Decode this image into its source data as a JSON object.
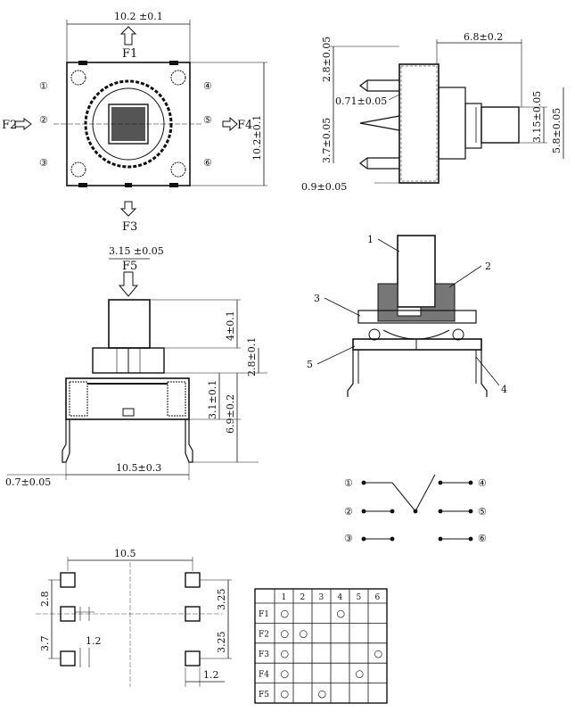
{
  "top_view": {
    "dim_top": "10.2 ±0.1",
    "dim_right": "10.2±0.1",
    "force_labels": [
      "F1",
      "F2",
      "F3",
      "F4"
    ],
    "pin_numbers_left": [
      "①",
      "②",
      "③"
    ],
    "pin_numbers_right": [
      "④",
      "⑤",
      "⑥"
    ]
  },
  "side_view": {
    "dim_width": "6.8±0.2",
    "dim_upper": "2.8±0.05",
    "dim_pin": "0.71±0.05",
    "dim_lower": "3.7±0.05",
    "dim_bottom": "0.9±0.05",
    "dim_stem": "3.15±0.05",
    "dim_total": "5.8±0.05"
  },
  "front_view": {
    "dim_stem": "3.15 ±0.05",
    "force_label": "F5",
    "dim_stem_height": "4±0.1",
    "dim_mid": "2.8±0.1",
    "dim_body": "3.1±0.1",
    "dim_total": "6.9±0.2",
    "dim_width": "10.5±0.3",
    "dim_leg": "0.7±0.05"
  },
  "section_view": {
    "callouts": [
      "1",
      "2",
      "3",
      "4",
      "5"
    ]
  },
  "circuit": {
    "left_pins": [
      "①",
      "②",
      "③"
    ],
    "right_pins": [
      "④",
      "⑤",
      "⑥"
    ]
  },
  "footprint": {
    "dim_width": "10.5",
    "dim_left_top": "2.8",
    "dim_left_bottom": "3.7",
    "dim_right_top": "3.25",
    "dim_right_bottom": "3.25",
    "dim_pad_inner": "1.2",
    "dim_pad_outer": "1.2"
  },
  "truth_table": {
    "columns": [
      "1",
      "2",
      "3",
      "4",
      "5",
      "6"
    ],
    "rows": [
      {
        "label": "F1",
        "marks": [
          true,
          false,
          false,
          true,
          false,
          false
        ]
      },
      {
        "label": "F2",
        "marks": [
          true,
          true,
          false,
          false,
          false,
          false
        ]
      },
      {
        "label": "F3",
        "marks": [
          true,
          false,
          false,
          false,
          false,
          true
        ]
      },
      {
        "label": "F4",
        "marks": [
          true,
          false,
          false,
          false,
          true,
          false
        ]
      },
      {
        "label": "F5",
        "marks": [
          true,
          false,
          true,
          false,
          false,
          false
        ]
      }
    ],
    "mark_symbol": "○"
  }
}
